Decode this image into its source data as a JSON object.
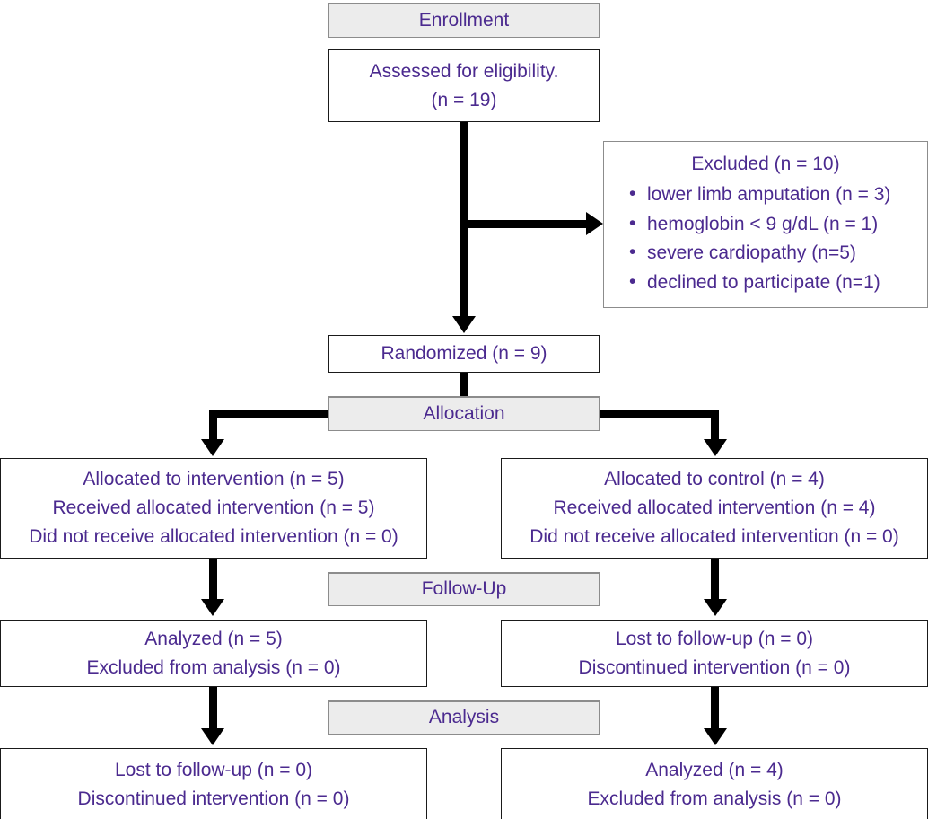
{
  "diagram": {
    "title": "CONSORT participant flow diagram",
    "text_color": "#4B2A8F",
    "stage_fill": "#ECECEC",
    "stage_border": "#8C8C8C",
    "box_border": "#1A1A1A",
    "connector_color": "#000000"
  },
  "stages": {
    "enrollment": "Enrollment",
    "allocation": "Allocation",
    "followup": "Follow-Up",
    "analysis": "Analysis"
  },
  "enrollment": {
    "assessed_line1": "Assessed for eligibility.",
    "assessed_line2": "(n = 19)"
  },
  "excluded": {
    "title": "Excluded (n = 10)",
    "reasons": [
      "lower limb amputation (n = 3)",
      "hemoglobin < 9 g/dL (n = 1)",
      "severe cardiopathy (n=5)",
      "declined to participate (n=1)"
    ]
  },
  "randomized": {
    "label": "Randomized (n = 9)"
  },
  "allocation": {
    "left": {
      "line1": "Allocated to intervention (n = 5)",
      "line2": "Received allocated intervention (n = 5)",
      "line3": "Did not receive allocated intervention (n = 0)"
    },
    "right": {
      "line1": "Allocated to control (n = 4)",
      "line2": "Received allocated intervention (n = 4)",
      "line3": "Did not receive allocated intervention (n = 0)"
    }
  },
  "followup": {
    "left": {
      "line1": "Analyzed (n = 5)",
      "line2": "Excluded from analysis (n = 0)"
    },
    "right": {
      "line1": "Lost to follow-up (n = 0)",
      "line2": "Discontinued intervention (n = 0)"
    }
  },
  "analysis": {
    "left": {
      "line1": "Lost to follow-up (n = 0)",
      "line2": "Discontinued intervention (n = 0)"
    },
    "right": {
      "line1": "Analyzed (n = 4)",
      "line2": "Excluded from analysis (n = 0)"
    }
  }
}
